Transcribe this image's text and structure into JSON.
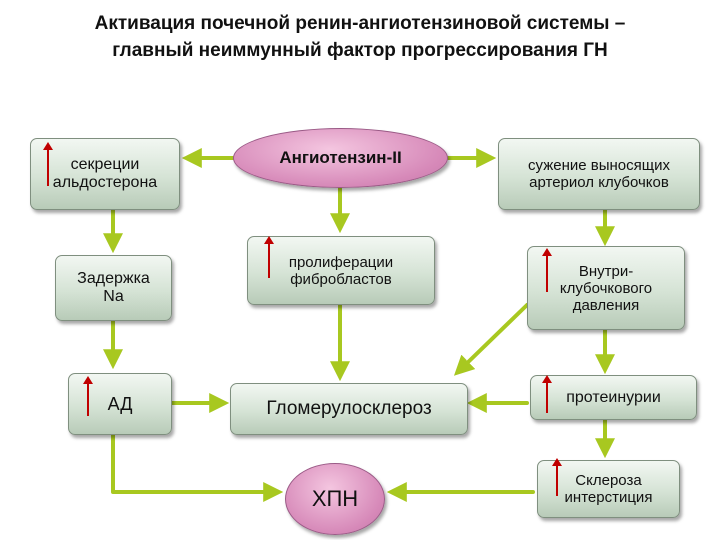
{
  "title": {
    "line1": "Активация почечной ренин-ангиотензиновой системы –",
    "line2": "главный неиммунный фактор прогрессирования ГН"
  },
  "nodes": {
    "aldosterone": "секреции\nальдостерона",
    "angiotensin": "Ангиотензин-II",
    "vasoconstriction": "сужение выносящих\nартериол клубочков",
    "sodium": "Задержка\nNa",
    "fibroblasts": "пролиферации\nфибробластов",
    "pressure": "Внутри-\nклубочкового\nдавления",
    "bp": "АД",
    "glomerulosclerosis": "Гломерулосклероз",
    "proteinuria": "протеинурии",
    "ckd": "ХПН",
    "sclerosis": "Склероза\nинтерстиция"
  },
  "colors": {
    "arrow": "#a8c820",
    "increase_marker": "#c00000",
    "oval_fill": "#d688b8",
    "box_fill": "#d5e3d5"
  }
}
